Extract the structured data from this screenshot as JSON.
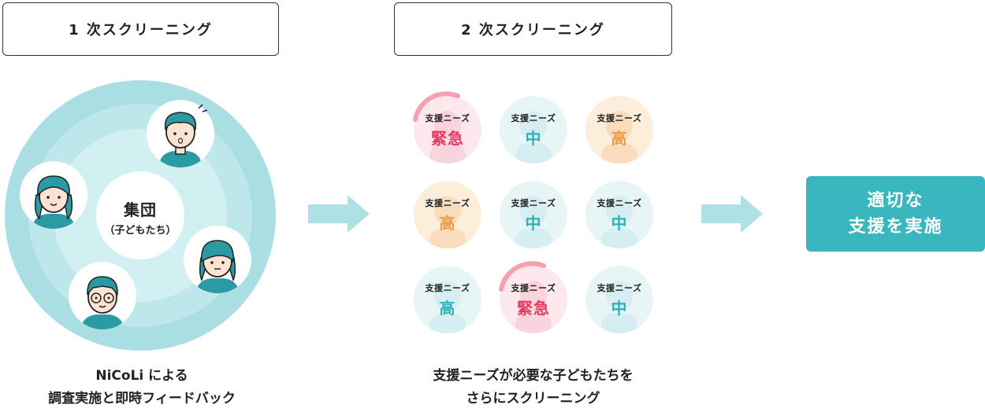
{
  "stage1": {
    "title": "1 次スクリーニング",
    "center_title": "集団",
    "center_sub": "（子どもたち）",
    "caption_line1": "NiCoLi による",
    "caption_line2": "調査実施と即時フィードバック"
  },
  "stage2": {
    "title": "2 次スクリーニング",
    "caption_line1": "支援ニーズが必要な子どもたちを",
    "caption_line2": "さらにスクリーニング",
    "need_label": "支援ニーズ",
    "grid": [
      {
        "level": "緊急",
        "style": "urgent"
      },
      {
        "level": "中",
        "style": "mid"
      },
      {
        "level": "高",
        "style": "high-orange"
      },
      {
        "level": "高",
        "style": "high-orange"
      },
      {
        "level": "中",
        "style": "mid"
      },
      {
        "level": "中",
        "style": "mid"
      },
      {
        "level": "高",
        "style": "high-teal"
      },
      {
        "level": "緊急",
        "style": "urgent"
      },
      {
        "level": "中",
        "style": "mid"
      }
    ]
  },
  "stage3": {
    "line1": "適切な",
    "line2": "支援を実施"
  },
  "colors": {
    "teal": "#3ab6be",
    "light_teal": "#a9dfe3",
    "arrow": "#aee1e6",
    "urgent": "#e8365c",
    "high": "#f09a45"
  }
}
